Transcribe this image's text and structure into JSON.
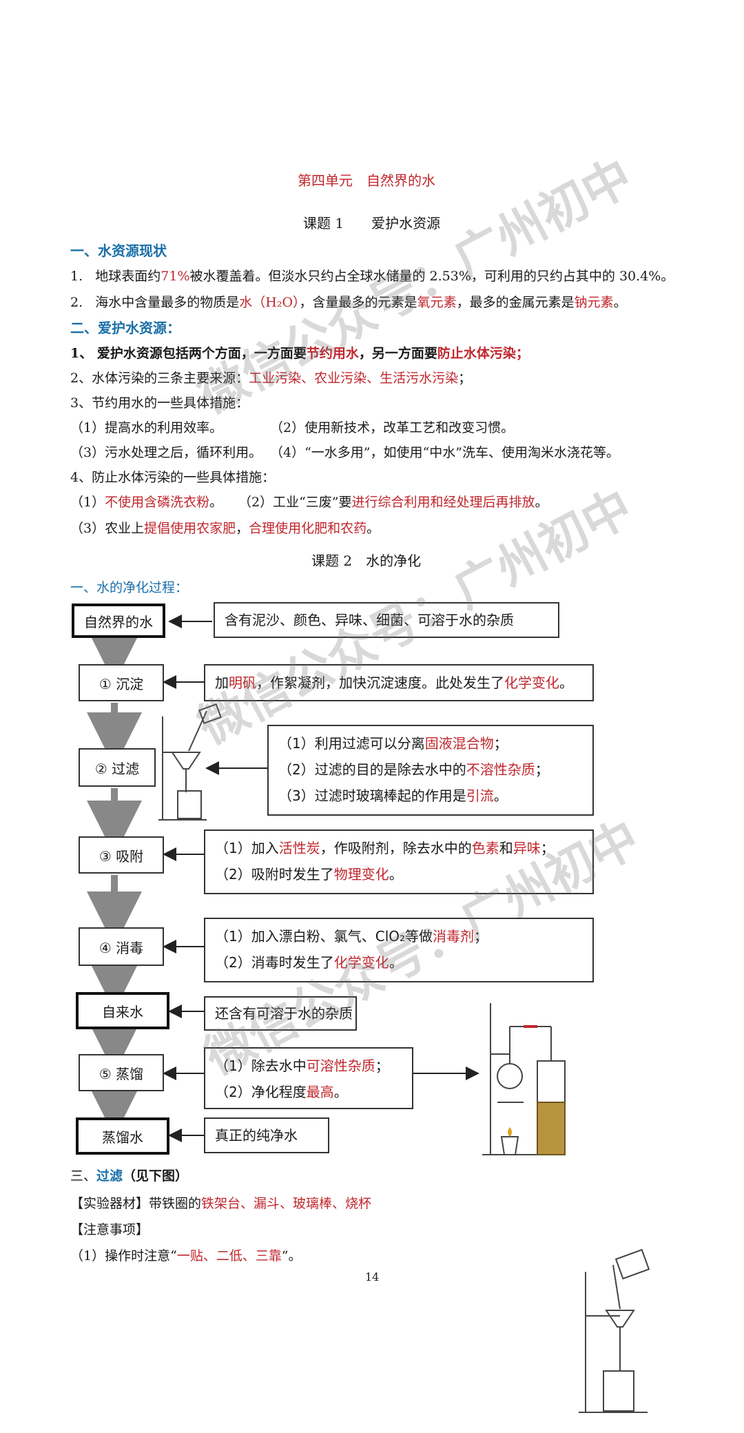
{
  "header": {
    "unit_title": "第四单元　自然界的水",
    "lesson1_title": "课题 1　　爱护水资源"
  },
  "sec1": {
    "heading": "一、水资源现状",
    "item1": {
      "num": "1.",
      "p1": "地球表面约",
      "r1": "71%",
      "p2": "被水覆盖着。但淡水只约占全球水储量的 2.53%，可利用的只约占其中的 30.4%。"
    },
    "item2": {
      "num": "2.",
      "p1": "海水中含量最多的物质是",
      "r1": "水（H₂O）",
      "p2": "，含量最多的元素是",
      "r2": "氧元素",
      "p3": "，最多的金属元素是",
      "r3": "钠元素",
      "p4": "。"
    }
  },
  "sec2": {
    "heading": "二、爱护水资源：",
    "l1": {
      "p1": "1、 爱护水资源包括两个方面，一方面要",
      "r1": "节约用水",
      "p2": "，另一方面要",
      "r2": "防止水体污染；"
    },
    "l2": {
      "p1": "2、水体污染的三条主要来源：",
      "r1": "工业污染、农业污染、生活污水污染",
      "p2": "；"
    },
    "l3": "3、节约用水的一些具体措施：",
    "l4a": "（1）提高水的利用效率。",
    "l4b": "（2）使用新技术，改革工艺和改变习惯。",
    "l5a": "（3）污水处理之后，循环利用。",
    "l5b": "（4）“一水多用”，如使用“中水”洗车、使用淘米水浇花等。",
    "l6": "4、防止水体污染的一些具体措施：",
    "l7a": {
      "p1": "（1）",
      "r1": "不使用含磷洗衣粉",
      "p2": "。"
    },
    "l7b": {
      "p1": "（2）工业“三废”要",
      "r1": "进行综合利用和经处理后再排放",
      "p2": "。"
    },
    "l8": {
      "p1": "（3）农业上",
      "r1": "提倡使用农家肥",
      "p2": "，",
      "r2": "合理使用化肥和农药",
      "p3": "。"
    }
  },
  "lesson2_title": "课题 2　水的净化",
  "sec3_heading": "一、水的净化过程：",
  "flow": {
    "natural_water": "自然界的水",
    "natural_note": "含有泥沙、颜色、异味、细菌、可溶于水的杂质",
    "settle": "① 沉淀",
    "settle_note": {
      "p1": "加",
      "r1": "明矾",
      "p2": "，作絮凝剂，加快沉淀速度。此处发生了",
      "r2": "化学变化",
      "p3": "。"
    },
    "filter": "② 过滤",
    "filter_note": {
      "a1": "（1）利用过滤可以分离",
      "a2": "固液混合物",
      "a3": "；",
      "b1": "（2）过滤的目的是除去水中的",
      "b2": "不溶性杂质",
      "b3": "；",
      "c1": "（3）过滤时玻璃棒起的作用是",
      "c2": "引流",
      "c3": "。"
    },
    "adsorb": "③ 吸附",
    "adsorb_note": {
      "a1": "（1）加入",
      "a2": "活性炭",
      "a3": "，作吸附剂，除去水中的",
      "a4": "色素",
      "a5": "和",
      "a6": "异味",
      "a7": "；",
      "b1": "（2）吸附时发生了",
      "b2": "物理变化",
      "b3": "。"
    },
    "disinfect": "④ 消毒",
    "disinfect_note": {
      "a1": "（1）加入漂白粉、氯气、ClO₂等做",
      "a2": "消毒剂",
      "a3": "；",
      "b1": "（2）消毒时发生了",
      "b2": "化学变化",
      "b3": "。"
    },
    "tap_water": "自来水",
    "tap_note": "还含有可溶于水的杂质",
    "distill": "⑤ 蒸馏",
    "distill_note": {
      "a1": "（1）除去水中",
      "a2": "可溶性杂质",
      "a3": "；",
      "b1": "（2）净化程度",
      "b2": "最高",
      "b3": "。"
    },
    "distilled_water": "蒸馏水",
    "distilled_note": "真正的纯净水"
  },
  "sec4": {
    "heading_p1": "三、",
    "heading_b": "过滤",
    "heading_p2": "（见下图）",
    "equip_p1": "【实验器材】带铁圈的",
    "equip_r1": "铁架台、漏斗、玻璃棒、烧杯",
    "notice": "【注意事项】",
    "op_p1": "（1）操作时注意“",
    "op_r1": "一贴、二低、三靠",
    "op_p2": "”。"
  },
  "page_number": "14",
  "watermarks": [
    "微信公众号：广州初中",
    "微信公众号：广州初中",
    "微信公众号：广州初中"
  ]
}
